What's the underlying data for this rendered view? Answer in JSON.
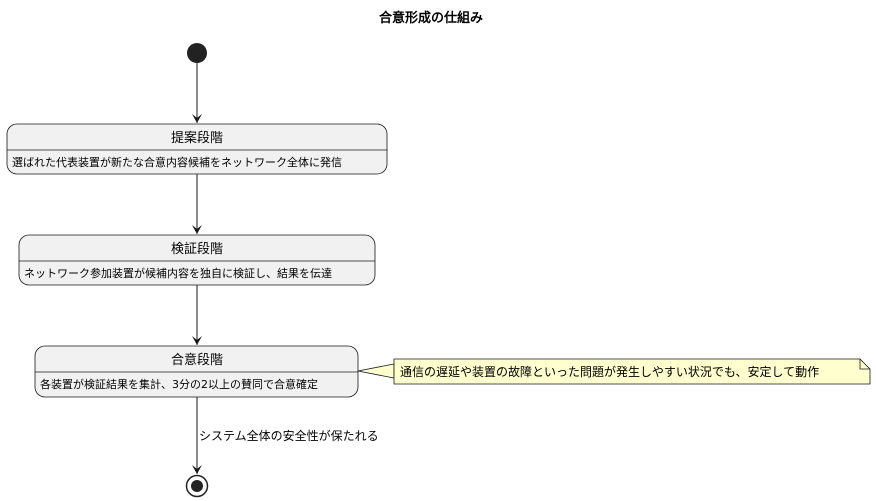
{
  "diagram": {
    "title": "合意形成の仕組み",
    "states": [
      {
        "name": "提案段階",
        "description": "選ばれた代表装置が新たな合意内容候補をネットワーク全体に発信"
      },
      {
        "name": "検証段階",
        "description": "ネットワーク参加装置が候補内容を独自に検証し、結果を伝達"
      },
      {
        "name": "合意段階",
        "description": "各装置が検証結果を集計、3分の2以上の賛同で合意確定"
      }
    ],
    "note": "通信の遅延や装置の故障といった問題が発生しやすい状況でも、安定して動作",
    "final_transition_label": "システム全体の安全性が保たれる"
  },
  "colors": {
    "state_fill": "#f1f1f1",
    "state_border": "#181818",
    "note_fill": "#fefece",
    "note_border": "#181818",
    "line": "#181818"
  }
}
